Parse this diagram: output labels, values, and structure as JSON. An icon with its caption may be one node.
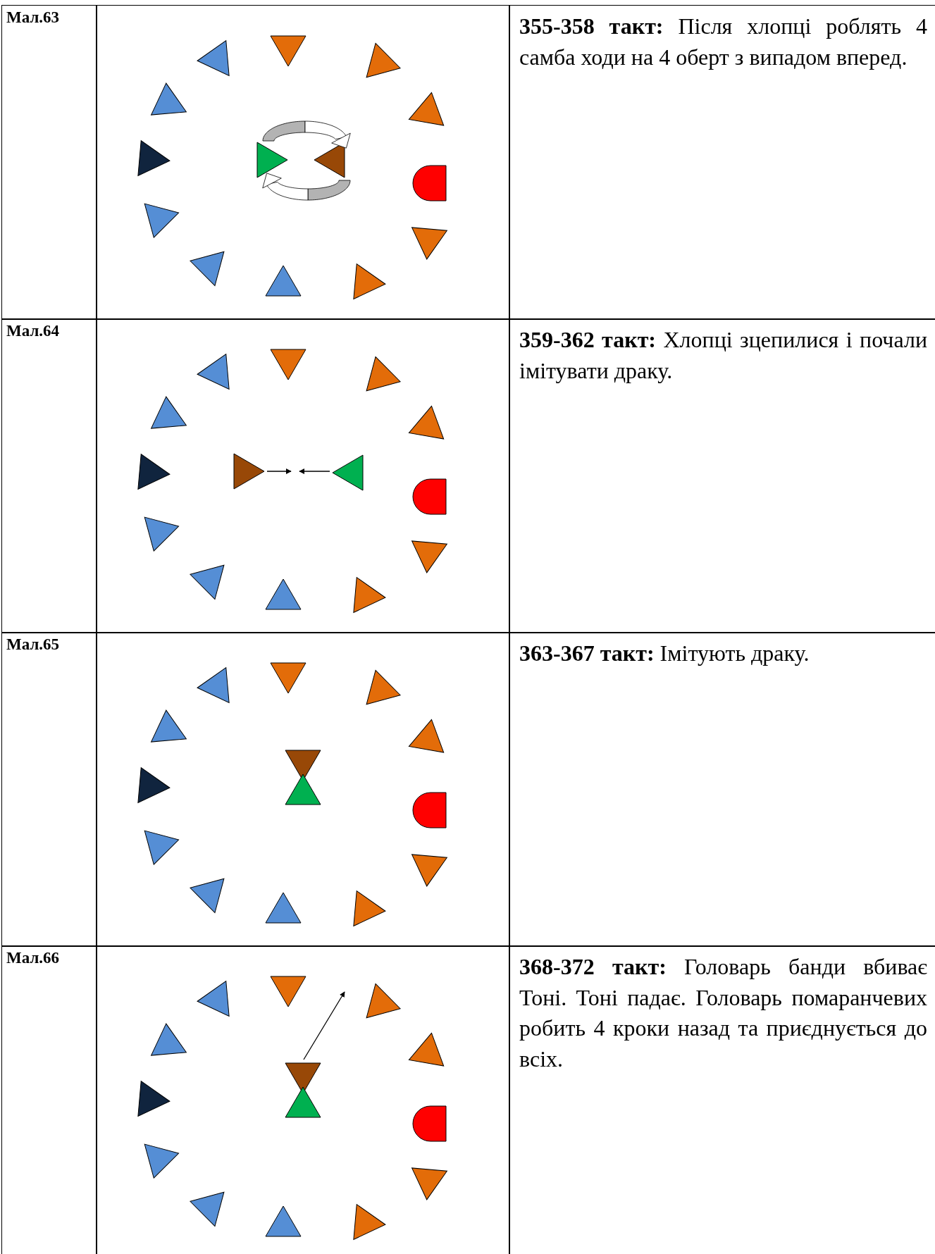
{
  "diagram": {
    "labels": [
      "Мал.63",
      "**355-358 такт:** Після хлопці роблять 4 самба ходи на 4 оберт з випадом вперед.",
      "Мал.64",
      "**359-362 такт:** Хлопці зцепилися і почали імітувати драку.",
      "Мал.65",
      "**363-367 такт:** Імітують драку.",
      "Мал.66",
      "**368-372 такт:** Головарь банди вбиває Тоні. Тоні падає. Головарь помаранчевих робить 4 кроки назад та приєднується до всіх."
    ]
  }
}
